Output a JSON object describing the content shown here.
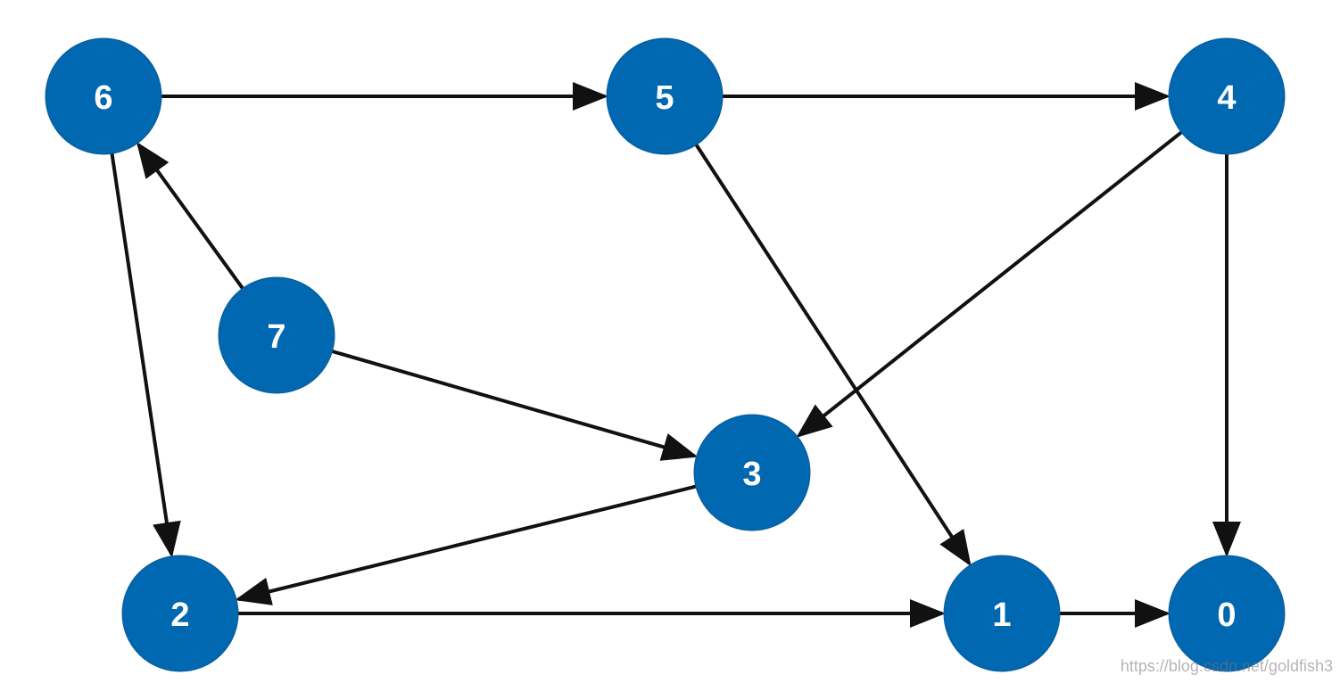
{
  "diagram": {
    "type": "directed-graph",
    "node_color": "#0067b1",
    "label_color": "#ffffff",
    "edge_color": "#111111",
    "nodes": [
      {
        "id": "0",
        "label": "0"
      },
      {
        "id": "1",
        "label": "1"
      },
      {
        "id": "2",
        "label": "2"
      },
      {
        "id": "3",
        "label": "3"
      },
      {
        "id": "4",
        "label": "4"
      },
      {
        "id": "5",
        "label": "5"
      },
      {
        "id": "6",
        "label": "6"
      },
      {
        "id": "7",
        "label": "7"
      }
    ],
    "edges": [
      {
        "from": "6",
        "to": "5"
      },
      {
        "from": "5",
        "to": "4"
      },
      {
        "from": "6",
        "to": "2"
      },
      {
        "from": "7",
        "to": "6"
      },
      {
        "from": "7",
        "to": "3"
      },
      {
        "from": "4",
        "to": "3"
      },
      {
        "from": "4",
        "to": "0"
      },
      {
        "from": "5",
        "to": "1"
      },
      {
        "from": "3",
        "to": "2"
      },
      {
        "from": "2",
        "to": "1"
      },
      {
        "from": "1",
        "to": "0"
      }
    ]
  },
  "watermark": "https://blog.csdn.net/goldfish3"
}
